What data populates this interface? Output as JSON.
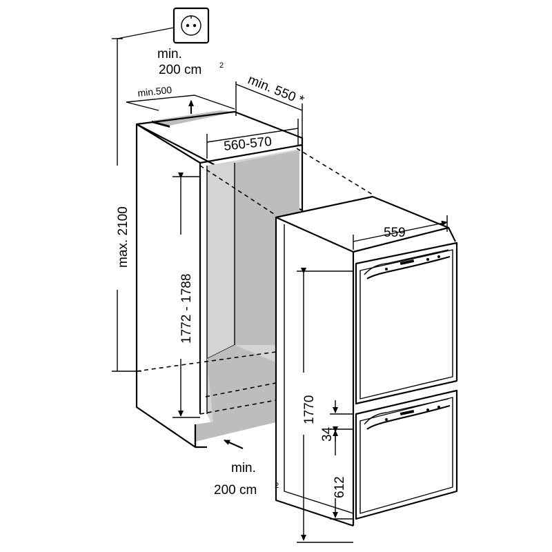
{
  "labels": {
    "vent_top_line1": "min.",
    "vent_top_line2": "200 cm",
    "vent_top_sup": "2",
    "depth_top": "min.500",
    "depth_right": "min. 550 *",
    "niche_width": "560-570",
    "max_height": "max. 2100",
    "niche_height": "1772 - 1788",
    "vent_bottom_line1": "min.",
    "vent_bottom_line2": "200 cm",
    "vent_bottom_sup": "2",
    "appliance_width": "559",
    "appliance_height": "1770",
    "door_gap": "34",
    "lower_door": "612"
  },
  "icons": [
    "electrical-socket-icon",
    "airflow-arrow-up-icon",
    "airflow-arrow-in-icon"
  ]
}
